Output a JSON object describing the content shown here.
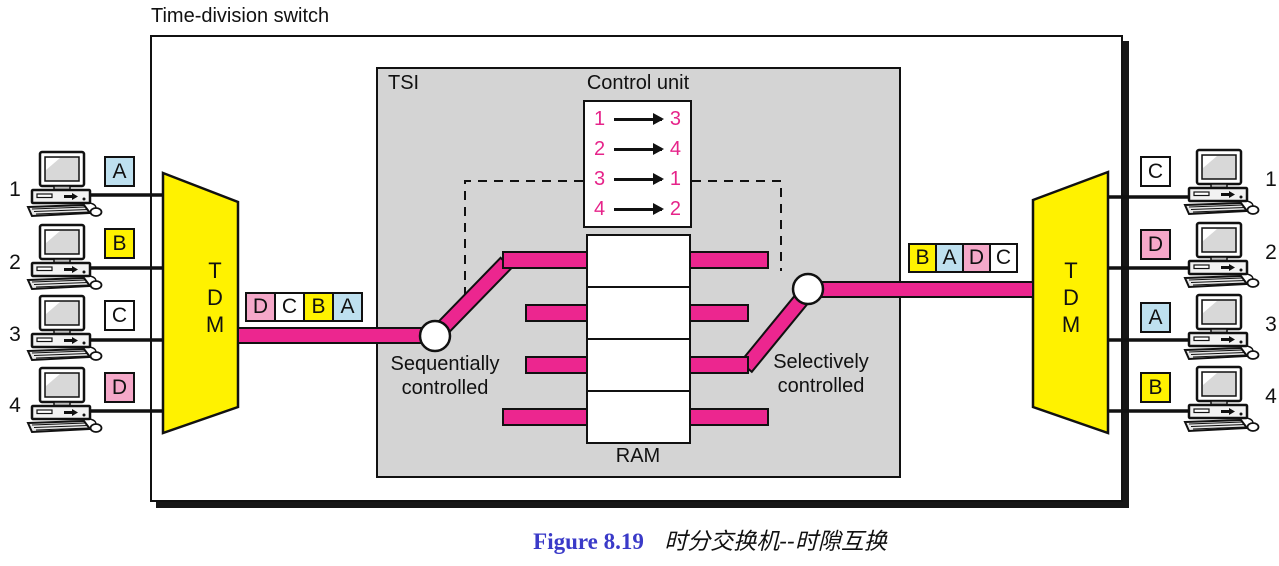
{
  "title": "Time-division switch",
  "tsi": {
    "label": "TSI",
    "ram_label": "RAM",
    "control_unit": {
      "label": "Control unit",
      "mappings": [
        {
          "from": "1",
          "to": "3"
        },
        {
          "from": "2",
          "to": "4"
        },
        {
          "from": "3",
          "to": "1"
        },
        {
          "from": "4",
          "to": "2"
        }
      ]
    },
    "sequential_label_line1": "Sequentially",
    "sequential_label_line2": "controlled",
    "selective_label_line1": "Selectively",
    "selective_label_line2": "controlled"
  },
  "tdm_left": {
    "line1": "T",
    "line2": "D",
    "line3": "M"
  },
  "tdm_right": {
    "line1": "T",
    "line2": "D",
    "line3": "M"
  },
  "ports_left": [
    {
      "number": "1",
      "slot": "A"
    },
    {
      "number": "2",
      "slot": "B"
    },
    {
      "number": "3",
      "slot": "C"
    },
    {
      "number": "4",
      "slot": "D"
    }
  ],
  "ports_right": [
    {
      "number": "1",
      "slot": "C"
    },
    {
      "number": "2",
      "slot": "D"
    },
    {
      "number": "3",
      "slot": "A"
    },
    {
      "number": "4",
      "slot": "B"
    }
  ],
  "frame_left": {
    "slots": [
      "D",
      "C",
      "B",
      "A"
    ]
  },
  "frame_right": {
    "slots": [
      "B",
      "A",
      "D",
      "C"
    ]
  },
  "caption": {
    "figure": "Figure 8.19",
    "title": "时分交换机--时隙互换"
  },
  "colors": {
    "path_pink": "#EC268F",
    "slot_a_blue": "#BEE0EF",
    "slot_b_yellow": "#FFF200",
    "slot_c_white": "#FFFFFF",
    "slot_d_pink": "#F5A8C9",
    "tdm_yellow": "#FFF200",
    "tsi_gray": "#D4D4D4",
    "figure_blue": "#3A3AC8",
    "control_number_pink": "#E6248A"
  }
}
